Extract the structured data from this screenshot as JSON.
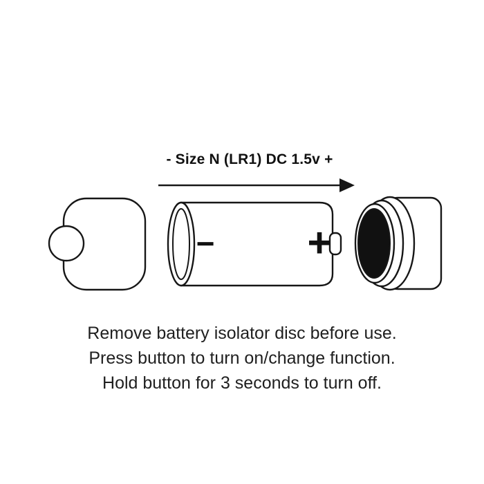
{
  "diagram": {
    "battery_label": "- Size N (LR1) DC 1.5v +",
    "battery_minus": "−",
    "battery_plus": "+",
    "instructions": {
      "line1": "Remove battery isolator disc before use.",
      "line2": "Press button to turn on/change function.",
      "line3": "Hold button for 3 seconds to turn off."
    }
  },
  "colors": {
    "line": "#161616",
    "isolator_disc": "#111111",
    "text": "#1f1f1f",
    "background": "#ffffff"
  }
}
